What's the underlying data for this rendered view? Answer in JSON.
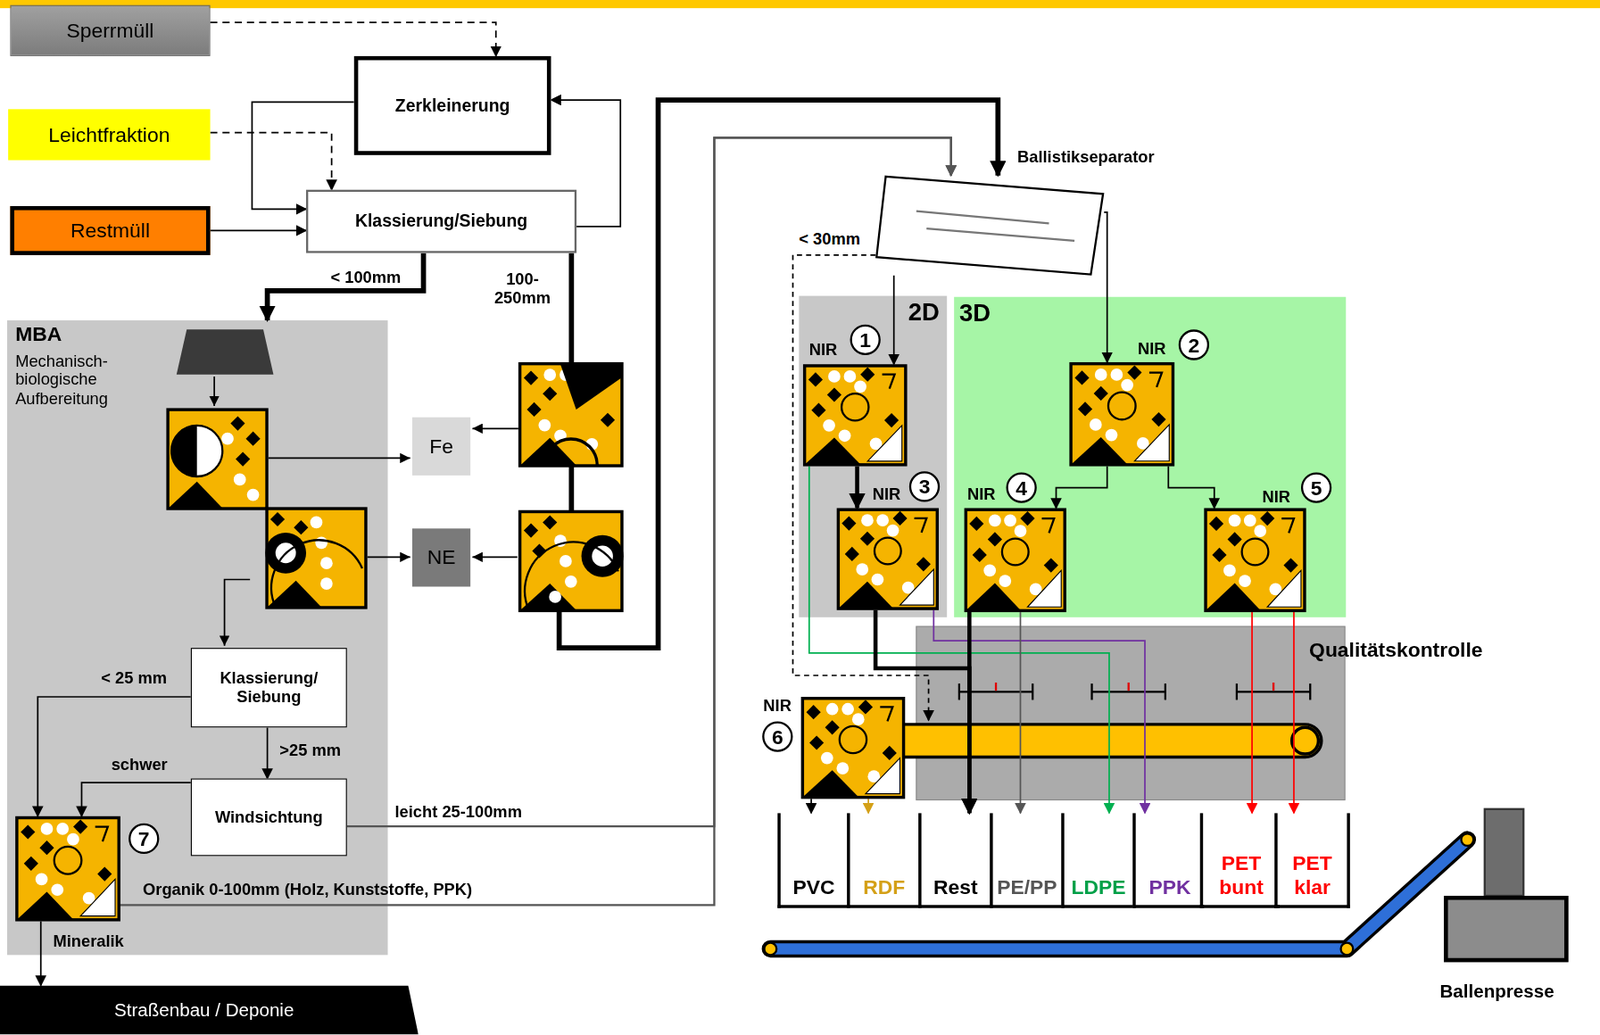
{
  "diagram": {
    "nodes": [
      {
        "text": [
          "Sperrmüll"
        ]
      },
      {
        "text": [
          "Zerkleinerung"
        ]
      },
      {
        "text": [
          "Leichtfraktion"
        ]
      },
      {
        "text": [
          "Klassierung/Siebung"
        ]
      },
      {
        "text": [
          "Restmüll"
        ]
      },
      {
        "text": [
          "Ballistikseparator"
        ]
      },
      {
        "text": [
          "MBA",
          "Mechanisch- biologische Aufbereitung"
        ]
      },
      {
        "text": [
          "Fe"
        ]
      },
      {
        "text": [
          "NE"
        ]
      },
      {
        "text": [
          "2D"
        ]
      },
      {
        "text": [
          "NIR",
          "1"
        ],
        "in": 9
      },
      {
        "text": [
          "NIR",
          "3"
        ],
        "in": 9
      },
      {
        "text": [
          "3D"
        ]
      },
      {
        "text": [
          "NIR",
          "2"
        ],
        "in": 12
      },
      {
        "text": [
          "NIR",
          "4"
        ],
        "in": 12
      },
      {
        "text": [
          "NIR",
          "5"
        ],
        "in": 12
      },
      {
        "text": [
          "Klassierung/ Siebung"
        ],
        "in": 6
      },
      {
        "text": [
          "Windsichtung"
        ],
        "in": 6
      },
      {
        "text": [
          "7"
        ],
        "in": 6
      },
      {
        "text": [
          "Qualitätskontrolle"
        ]
      },
      {
        "text": [
          "NIR",
          "6"
        ]
      },
      {
        "text": [
          "PVC"
        ]
      },
      {
        "text": [
          "RDF"
        ]
      },
      {
        "text": [
          "Rest"
        ]
      },
      {
        "text": [
          "PE/PP"
        ]
      },
      {
        "text": [
          "LDPE"
        ]
      },
      {
        "text": [
          "PPK"
        ]
      },
      {
        "text": [
          "PET bunt"
        ]
      },
      {
        "text": [
          "PET klar"
        ]
      },
      {
        "text": [
          "Straßenbau / Deponie"
        ]
      },
      {
        "text": [
          "Ballenpresse"
        ]
      }
    ],
    "edges": [
      {
        "from": 0,
        "to": 1,
        "arrow": "to"
      },
      {
        "from": 2,
        "to": 3,
        "arrow": "to"
      },
      {
        "from": 4,
        "to": 3,
        "arrow": "to"
      },
      {
        "from": 1,
        "to": 3,
        "arrow": "to"
      },
      {
        "from": 3,
        "to": 1,
        "arrow": "to"
      },
      {
        "from": 3,
        "to": 6,
        "label": "< 100mm",
        "arrow": "to"
      },
      {
        "from": 3,
        "to": 5,
        "label": "100- 250mm",
        "arrow": "to"
      },
      {
        "from": 16,
        "to": 17,
        "label": ">25 mm",
        "arrow": "to"
      },
      {
        "from": 16,
        "to": 18,
        "label": "< 25 mm",
        "arrow": "to"
      },
      {
        "from": 17,
        "to": 18,
        "label": "schwer",
        "arrow": "to"
      },
      {
        "from": 17,
        "to": 5,
        "label": "leicht 25-100mm",
        "arrow": "to"
      },
      {
        "from": 18,
        "to": 5,
        "label": "Organik 0-100mm (Holz, Kunststoffe, PPK)",
        "arrow": "to"
      },
      {
        "from": 18,
        "to": 29,
        "label": "Mineralik",
        "arrow": "to"
      },
      {
        "from": 5,
        "to": 10,
        "arrow": "to"
      },
      {
        "from": 5,
        "to": 13,
        "arrow": "to"
      },
      {
        "from": 5,
        "to": 20,
        "label": "< 30mm",
        "arrow": "to"
      },
      {
        "from": 10,
        "to": 11,
        "arrow": "to"
      },
      {
        "from": 10,
        "to": 25,
        "arrow": "to"
      },
      {
        "from": 11,
        "to": 23,
        "arrow": "to"
      },
      {
        "from": 11,
        "to": 26,
        "arrow": "to"
      },
      {
        "from": 13,
        "to": 14,
        "arrow": "to"
      },
      {
        "from": 13,
        "to": 15,
        "arrow": "to"
      },
      {
        "from": 14,
        "to": 23,
        "arrow": "to"
      },
      {
        "from": 14,
        "to": 24,
        "arrow": "to"
      },
      {
        "from": 15,
        "to": 27,
        "arrow": "to"
      },
      {
        "from": 15,
        "to": 28,
        "arrow": "to"
      },
      {
        "from": 20,
        "to": 21,
        "arrow": "to"
      },
      {
        "from": 20,
        "to": 22,
        "arrow": "to"
      }
    ]
  }
}
